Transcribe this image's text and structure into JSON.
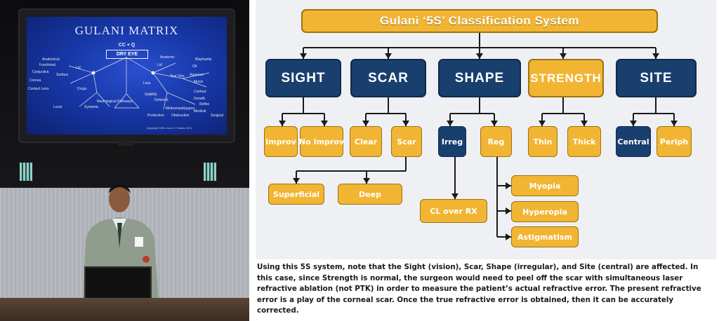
{
  "photo": {
    "slide": {
      "title": "GULANI MATRIX",
      "formula": "CC + Q",
      "center_box": "DRY EYE",
      "words": [
        "Anatomical",
        "Functional",
        "Conjuctiva",
        "Cornea",
        "Contact Lens",
        "Surface",
        "Lid",
        "Drugs",
        "Local",
        "Systemic",
        "Anatomic",
        "Lid",
        "Tear Film",
        "Oil",
        "Aqueous",
        "Mucin",
        "Blepharitis",
        "Less",
        "Stability",
        "Contour",
        "Growth",
        "Deficient",
        "Meibomian",
        "Production",
        "Obstruction",
        "Sjogren",
        "Medical",
        "Surgical",
        "Reflex",
        "Neurological Pathways"
      ],
      "footer": "Copyright 2004, Arun C. Gulani, M.D."
    }
  },
  "diagram": {
    "title": "Gulani ‘5S’ Classification System",
    "categories": [
      {
        "id": "sight",
        "label": "SIGHT",
        "highlight": false,
        "children": [
          {
            "label": "Improv",
            "highlight": false
          },
          {
            "label": "No Improv",
            "highlight": false
          }
        ]
      },
      {
        "id": "scar",
        "label": "SCAR",
        "highlight": false,
        "children": [
          {
            "label": "Clear",
            "highlight": false
          },
          {
            "label": "Scar",
            "highlight": false
          }
        ],
        "grandchildren": [
          {
            "label": "Superficial"
          },
          {
            "label": "Deep"
          }
        ]
      },
      {
        "id": "shape",
        "label": "SHAPE",
        "highlight": false,
        "children": [
          {
            "label": "Irreg",
            "highlight": true
          },
          {
            "label": "Reg",
            "highlight": false
          }
        ],
        "irreg_children": [
          {
            "label": "CL over RX"
          }
        ],
        "reg_children": [
          {
            "label": "Myopia"
          },
          {
            "label": "Hyperopia"
          },
          {
            "label": "Astigmatism"
          }
        ]
      },
      {
        "id": "strength",
        "label": "STRENGTH",
        "highlight": true,
        "children": [
          {
            "label": "Thin",
            "highlight": false
          },
          {
            "label": "Thick",
            "highlight": false
          }
        ]
      },
      {
        "id": "site",
        "label": "SITE",
        "highlight": false,
        "children": [
          {
            "label": "Central",
            "highlight": true
          },
          {
            "label": "Periph",
            "highlight": false
          }
        ]
      }
    ],
    "colors": {
      "gold": "#f2b533",
      "navy": "#193f6e",
      "connector": "#1a1a1a",
      "panel": "#eef0f3"
    }
  },
  "caption": "Using this 5S system, note that the Sight (vision), Scar, Shape (irregular), and Site (central) are affected. In this case, since Strength is normal, the surgeon would need to peel off the scar with simultaneous laser refractive ablation (not PTK) in order to measure the patient’s actual refractive error. The present refractive error is a play of the corneal scar. Once the true refractive error is obtained, then it can be accurately corrected."
}
